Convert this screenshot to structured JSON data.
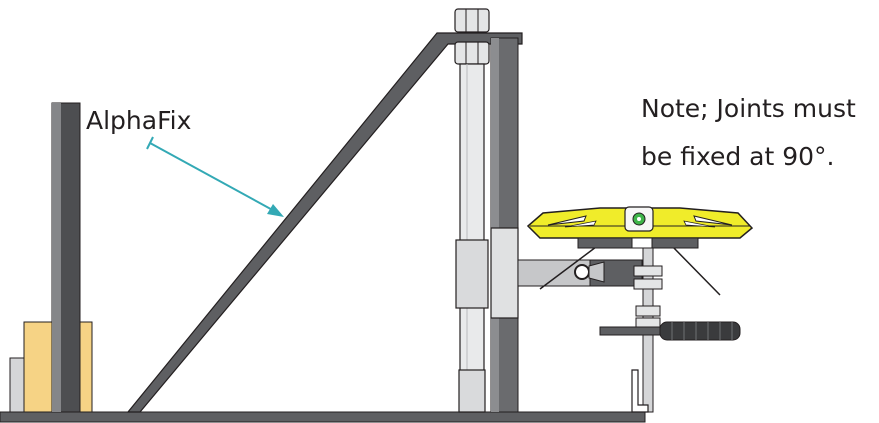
{
  "labels": {
    "alphafix": "AlphaFix",
    "note_line_1": "Note; Joints must",
    "note_line_2": "be fixed at 90°."
  },
  "colors": {
    "steel_dark": "#5e5f62",
    "steel_light": "#d5d6d8",
    "level_yellow": "#f0ec2a",
    "block_orange": "#f6d385",
    "pointer": "#33a9b5",
    "outline": "#231f20"
  }
}
